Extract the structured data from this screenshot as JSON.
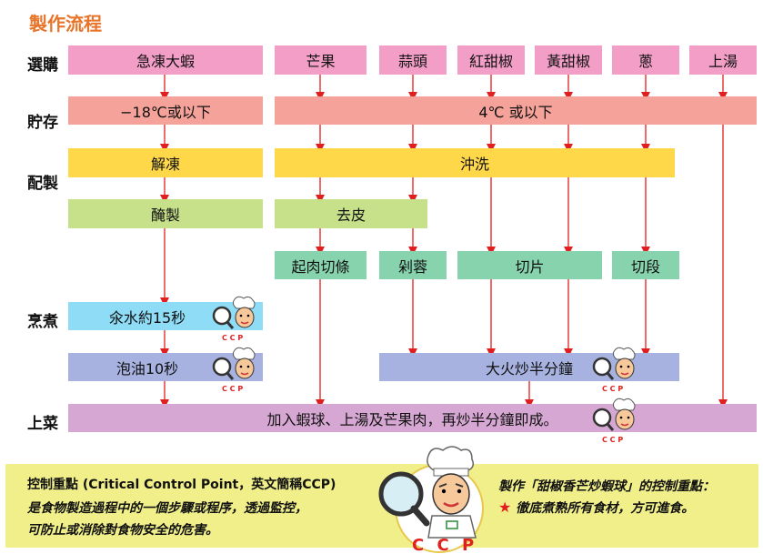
{
  "title": "製作流程",
  "rows": {
    "purchase": "選購",
    "storage": "貯存",
    "prep": "配製",
    "cook": "烹煮",
    "serve": "上菜"
  },
  "purchase_items": [
    "急凍大蝦",
    "芒果",
    "蒜頭",
    "紅甜椒",
    "黃甜椒",
    "蔥",
    "上湯"
  ],
  "storage": {
    "frozen": "−18℃或以下",
    "chilled": "4℃ 或以下"
  },
  "prep": {
    "thaw": "解凍",
    "rinse": "沖洗",
    "marinate": "醃製",
    "peel": "去皮",
    "cut_mango": "起肉切條",
    "chop_garlic": "剁蓉",
    "slice_pepper": "切片",
    "cut_onion": "切段"
  },
  "cook": {
    "blanch": "氽水約15秒",
    "oil_dip": "泡油10秒",
    "stir_fry": "大火炒半分鐘"
  },
  "serve": "加入蝦球、上湯及芒果肉，再炒半分鐘即成。",
  "ccp_label": "C C P",
  "footer": {
    "heading": "控制重點 (Critical Control Point，英文簡稱CCP)",
    "line2": "是食物製造過程中的一個步驟或程序，透過監控，",
    "line3": "可防止或消除對食物安全的危害。",
    "right_heading": "製作「甜椒香芒炒蝦球」的控制重點：",
    "right_point": "徹底煮熟所有食材，方可進食。"
  },
  "colors": {
    "title": "#e8742a",
    "arrow": "#e02020",
    "purchase": "#f29ec7",
    "storage": "#f5a39a",
    "prep_yellow": "#ffd84a",
    "prep_green": "#c7e08a",
    "prep_teal": "#86d3ad",
    "cook_cyan": "#8fdcf7",
    "cook_lavender": "#a7b2e0",
    "serve": "#d6a7d2",
    "footer": "#f0ef8a"
  }
}
